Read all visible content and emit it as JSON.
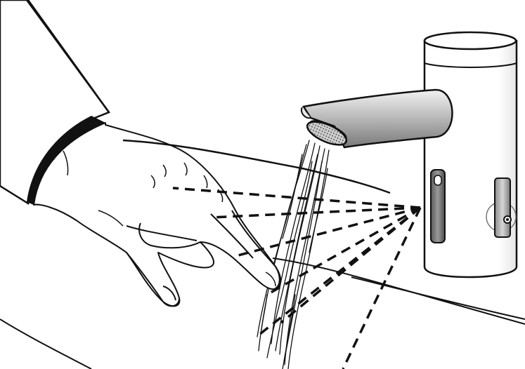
{
  "diagram": {
    "kind": "sensor-faucet-illustration",
    "style": "black line art on white",
    "colors": {
      "ink": "#111111",
      "background": "#ffffff",
      "chrome_mid": "#bdbdbd",
      "chrome_dark": "#7a7a7a",
      "chrome_light": "#f2f2f2"
    },
    "parts": [
      "faucet-body",
      "faucet-spout",
      "aerator",
      "sensor-window",
      "side-control",
      "water-stream",
      "hand",
      "shirt-cuff",
      "sink-basin",
      "sensor-detection-field"
    ],
    "detection_beam_count": 7
  }
}
